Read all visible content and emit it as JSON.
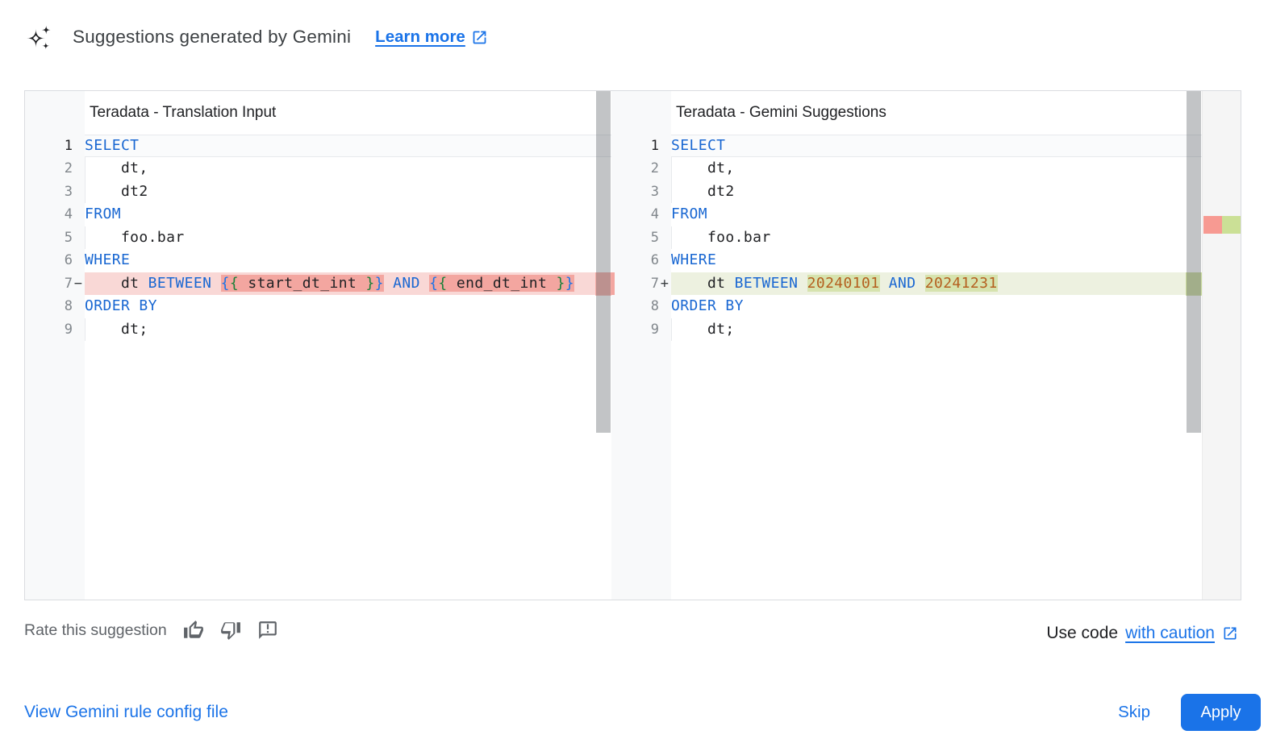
{
  "header": {
    "title": "Suggestions generated by Gemini",
    "learn_more": "Learn more"
  },
  "icons": {
    "header_icon": "gemini-sparkle-icon",
    "learn_more_icon": "open-in-new-icon",
    "rate_icons": [
      "thumb-up-icon",
      "thumb-down-icon",
      "feedback-icon"
    ],
    "use_code_icon": "open-in-new-icon"
  },
  "colors": {
    "accent": "#1a73e8",
    "keyword": "#1967d2",
    "number": "#b45f1e",
    "text": "#202124",
    "brace_outer": "#1a73e8",
    "brace_inner": "#188038",
    "removed_line_bg": "#f9d8d6",
    "removed_char_bg": "#f3a6a0",
    "added_line_bg": "#edf1e0",
    "added_char_bg": "#d6e3ae",
    "gutter_bg": "#f8f9fa",
    "line_number": "#80868b",
    "panel_border": "#dadce0",
    "ui_gray": "#5f6368",
    "ruler_red": "#f79a92",
    "ruler_green": "#cbe096",
    "apply_bg": "#1a73e8"
  },
  "diff": {
    "left": {
      "title": "Teradata - Translation Input",
      "lines": [
        {
          "n": "1",
          "cls": "cur",
          "tokens": [
            {
              "c": "kw",
              "t": "SELECT"
            }
          ]
        },
        {
          "n": "2",
          "cls": "g",
          "tokens": [
            {
              "c": "txt",
              "t": "    dt,"
            }
          ]
        },
        {
          "n": "3",
          "cls": "g",
          "tokens": [
            {
              "c": "txt",
              "t": "    dt2"
            }
          ]
        },
        {
          "n": "4",
          "cls": "",
          "tokens": [
            {
              "c": "kw",
              "t": "FROM"
            }
          ]
        },
        {
          "n": "5",
          "cls": "g",
          "tokens": [
            {
              "c": "txt",
              "t": "    foo.bar"
            }
          ]
        },
        {
          "n": "6",
          "cls": "",
          "tokens": [
            {
              "c": "kw",
              "t": "WHERE"
            }
          ]
        },
        {
          "n": "7",
          "sign": "−",
          "cls": "removed",
          "tokens": [
            {
              "c": "txt",
              "t": "    dt "
            },
            {
              "c": "kw",
              "t": "BETWEEN"
            },
            {
              "c": "txt",
              "t": " "
            },
            {
              "c": "b1",
              "t": "{",
              "m": true
            },
            {
              "c": "b2",
              "t": "{",
              "m": true
            },
            {
              "c": "txt",
              "t": " start_dt_int ",
              "m": true
            },
            {
              "c": "b2",
              "t": "}",
              "m": true
            },
            {
              "c": "b1",
              "t": "}",
              "m": true
            },
            {
              "c": "txt",
              "t": " "
            },
            {
              "c": "kw",
              "t": "AND"
            },
            {
              "c": "txt",
              "t": " "
            },
            {
              "c": "b1",
              "t": "{",
              "m": true
            },
            {
              "c": "b2",
              "t": "{",
              "m": true
            },
            {
              "c": "txt",
              "t": " end_dt_int ",
              "m": true
            },
            {
              "c": "b2",
              "t": "}",
              "m": true
            },
            {
              "c": "b1",
              "t": "}",
              "m": true
            }
          ]
        },
        {
          "n": "8",
          "cls": "",
          "tokens": [
            {
              "c": "kw",
              "t": "ORDER BY"
            }
          ]
        },
        {
          "n": "9",
          "cls": "g",
          "tokens": [
            {
              "c": "txt",
              "t": "    dt;"
            }
          ]
        }
      ]
    },
    "right": {
      "title": "Teradata - Gemini Suggestions",
      "lines": [
        {
          "n": "1",
          "cls": "cur",
          "tokens": [
            {
              "c": "kw",
              "t": "SELECT"
            }
          ]
        },
        {
          "n": "2",
          "cls": "g",
          "tokens": [
            {
              "c": "txt",
              "t": "    dt,"
            }
          ]
        },
        {
          "n": "3",
          "cls": "g",
          "tokens": [
            {
              "c": "txt",
              "t": "    dt2"
            }
          ]
        },
        {
          "n": "4",
          "cls": "",
          "tokens": [
            {
              "c": "kw",
              "t": "FROM"
            }
          ]
        },
        {
          "n": "5",
          "cls": "g",
          "tokens": [
            {
              "c": "txt",
              "t": "    foo.bar"
            }
          ]
        },
        {
          "n": "6",
          "cls": "",
          "tokens": [
            {
              "c": "kw",
              "t": "WHERE"
            }
          ]
        },
        {
          "n": "7",
          "sign": "+",
          "cls": "added",
          "tokens": [
            {
              "c": "txt",
              "t": "    dt "
            },
            {
              "c": "kw",
              "t": "BETWEEN"
            },
            {
              "c": "txt",
              "t": " "
            },
            {
              "c": "num",
              "t": "20240101",
              "m": true
            },
            {
              "c": "txt",
              "t": " "
            },
            {
              "c": "kw",
              "t": "AND"
            },
            {
              "c": "txt",
              "t": " "
            },
            {
              "c": "num",
              "t": "20241231",
              "m": true
            }
          ]
        },
        {
          "n": "8",
          "cls": "",
          "tokens": [
            {
              "c": "kw",
              "t": "ORDER BY"
            }
          ]
        },
        {
          "n": "9",
          "cls": "g",
          "tokens": [
            {
              "c": "txt",
              "t": "    dt;"
            }
          ]
        }
      ]
    }
  },
  "footer": {
    "rate_label": "Rate this suggestion",
    "use_code_prefix": "Use code",
    "use_code_link": "with caution",
    "view_config_link": "View Gemini rule config file",
    "skip_label": "Skip",
    "apply_label": "Apply"
  }
}
